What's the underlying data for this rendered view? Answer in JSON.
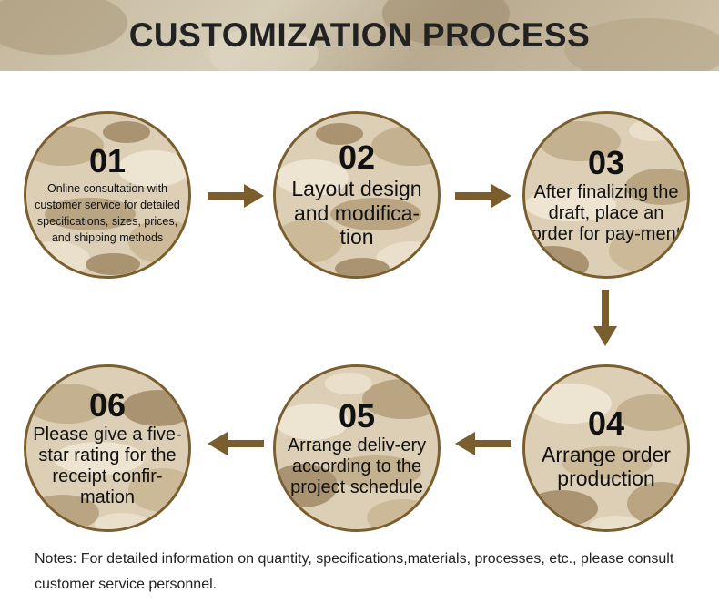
{
  "header": {
    "title": "CUSTOMIZATION PROCESS"
  },
  "colors": {
    "accent": "#7a5e2e",
    "camo_light": "#e8dcc6",
    "camo_mid": "#c7b596",
    "camo_dark": "#8f7a5a"
  },
  "steps": [
    {
      "num": "01",
      "text": "Online consultation with customer service for detailed specifications, sizes, prices, and shipping methods"
    },
    {
      "num": "02",
      "text": "Layout design and modifica-tion"
    },
    {
      "num": "03",
      "text": "After finalizing the draft, place an order for pay-ment"
    },
    {
      "num": "04",
      "text": "Arrange order production"
    },
    {
      "num": "05",
      "text": "Arrange deliv-ery according to the project schedule"
    },
    {
      "num": "06",
      "text": "Please give a five-star rating for the receipt confir-mation"
    }
  ],
  "notes": "Notes: For detailed information on quantity, specifications,materials, processes, etc., please consult customer service personnel."
}
